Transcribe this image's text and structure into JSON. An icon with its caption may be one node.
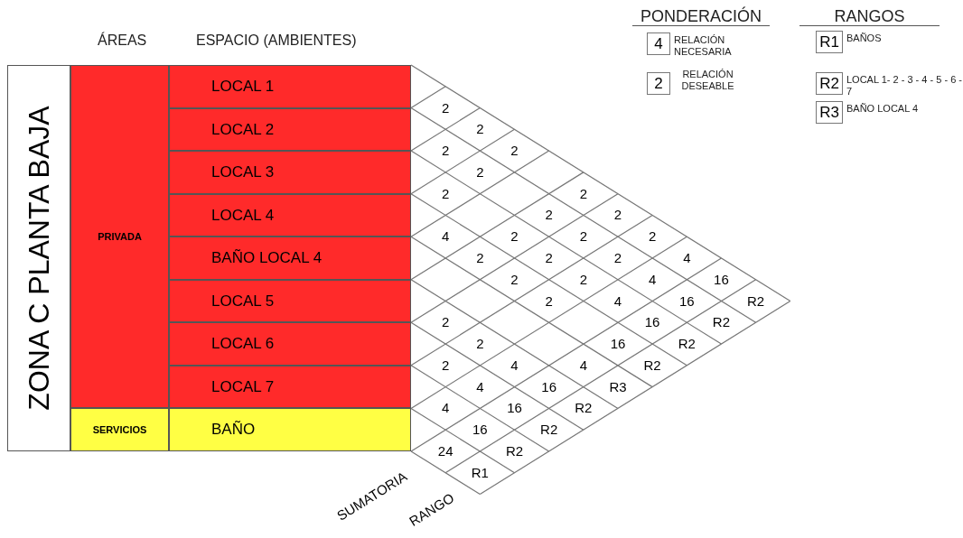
{
  "diagram": {
    "nodes": [
      {
        "text": [
          "ZONA C PLANTA BAJA"
        ]
      },
      {
        "text": [
          "PRIVADA"
        ]
      },
      {
        "text": [
          "SERVICIOS"
        ]
      },
      {
        "text": [
          "LOCAL 1"
        ]
      },
      {
        "text": [
          "LOCAL 2"
        ]
      },
      {
        "text": [
          "LOCAL 3"
        ]
      },
      {
        "text": [
          "LOCAL 4"
        ]
      },
      {
        "text": [
          "BAÑO LOCAL 4"
        ]
      },
      {
        "text": [
          "LOCAL 5"
        ]
      },
      {
        "text": [
          "LOCAL 6"
        ]
      },
      {
        "text": [
          "LOCAL 7"
        ]
      },
      {
        "text": [
          "BAÑO"
        ]
      },
      {
        "text": [
          "4"
        ],
        "beside": [
          "RELACIÓN NECESARIA"
        ]
      },
      {
        "text": [
          "2"
        ],
        "beside": [
          "RELACIÓN DESEABLE"
        ]
      },
      {
        "text": [
          "R1"
        ],
        "beside": [
          "BAÑOS"
        ]
      },
      {
        "text": [
          "R2"
        ],
        "beside": [
          "LOCAL 1- 2 - 3 - 4 - 5 - 6 - 7"
        ]
      },
      {
        "text": [
          "R3"
        ],
        "beside": [
          "BAÑO LOCAL 4"
        ]
      }
    ],
    "labels": [
      "PONDERACIÓN",
      "RANGOS",
      "ÁREAS",
      "ESPACIO (AMBIENTES)",
      "2",
      "2",
      "2",
      "2",
      "2",
      "2",
      "4",
      "16",
      "R2",
      "2",
      "2",
      "2",
      "2",
      "2",
      "4",
      "16",
      "R2",
      "2",
      "2",
      "2",
      "2",
      "4",
      "16",
      "R2",
      "4",
      "2",
      "2",
      "2",
      "16",
      "R2",
      "4",
      "R3",
      "2",
      "2",
      "4",
      "16",
      "R2",
      "2",
      "4",
      "16",
      "R2",
      "4",
      "16",
      "R2",
      "24",
      "R1",
      "SUMATORIA",
      "RANGO"
    ]
  }
}
